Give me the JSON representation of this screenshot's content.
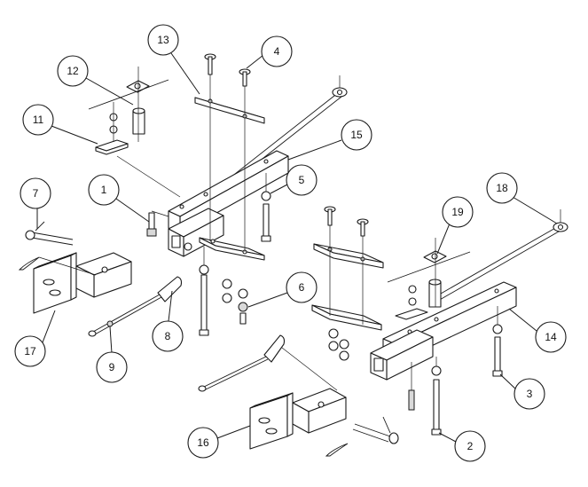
{
  "callouts": [
    {
      "label": "1"
    },
    {
      "label": "2"
    },
    {
      "label": "3"
    },
    {
      "label": "4"
    },
    {
      "label": "5"
    },
    {
      "label": "6"
    },
    {
      "label": "7"
    },
    {
      "label": "8"
    },
    {
      "label": "9"
    },
    {
      "label": "11"
    },
    {
      "label": "12"
    },
    {
      "label": "13"
    },
    {
      "label": "14"
    },
    {
      "label": "15"
    },
    {
      "label": "16"
    },
    {
      "label": "17"
    },
    {
      "label": "18"
    },
    {
      "label": "19"
    }
  ]
}
